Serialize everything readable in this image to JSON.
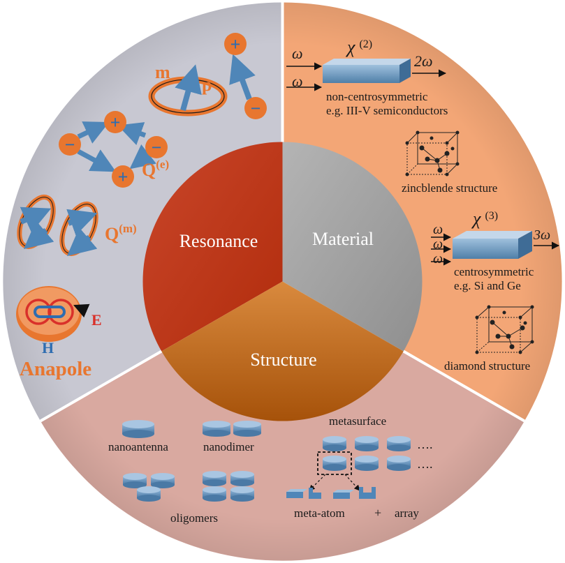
{
  "sectors": {
    "resonance": "Resonance",
    "material": "Material",
    "structure": "Structure"
  },
  "resonance_panel": {
    "m": "m",
    "p": "p",
    "qe": "Q",
    "qe_sup": "(e)",
    "qm": "Q",
    "qm_sup": "(m)",
    "e_field": "E",
    "h_field": "H",
    "anapole": "Anapole",
    "plus": "+",
    "minus": "−"
  },
  "material_panel": {
    "omega": "ω",
    "chi2": "χ",
    "chi2_order": "(2)",
    "two_omega": "2ω",
    "noncentro": "non-centrosymmetric",
    "noncentro_eg": "e.g. III-V semiconductors",
    "zincblende": "zincblende structure",
    "chi3": "χ",
    "chi3_order": "(3)",
    "three_omega": "3ω",
    "centro": "centrosymmetric",
    "centro_eg": "e.g. Si and Ge",
    "diamond": "diamond structure"
  },
  "structure_panel": {
    "nanoantenna": "nanoantenna",
    "nanodimer": "nanodimer",
    "metasurface": "metasurface",
    "oligomers": "oligomers",
    "meta_atom": "meta-atom",
    "plus": "+",
    "array": "array",
    "ellipsis": "…."
  },
  "colors": {
    "resonance_bg": "#c8c8d2",
    "material_bg": "#f3a676",
    "structure_bg": "#d9a9a0",
    "core_resonance": "#c83a16",
    "core_material": "#a5a5a5",
    "core_structure": "#c56a14",
    "accent_orange": "#e8762f",
    "accent_blue": "#4f86b8"
  }
}
